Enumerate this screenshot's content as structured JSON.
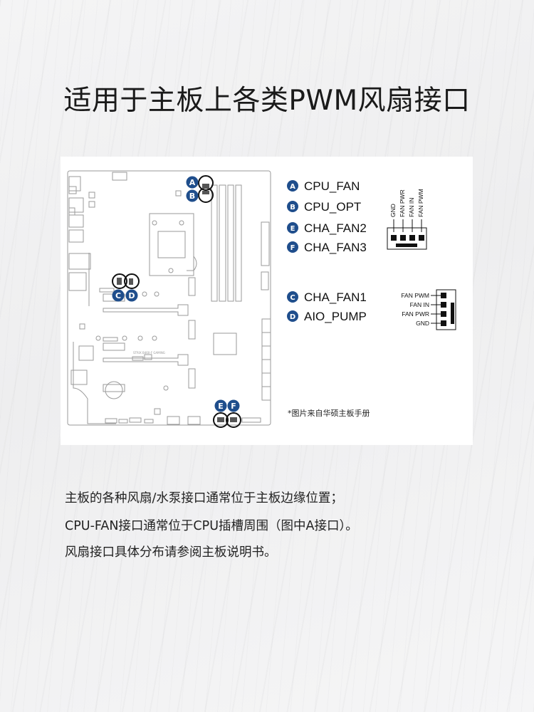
{
  "title": "适用于主板上各类PWM风扇接口",
  "diagram": {
    "accent_color": "#1f4e8c",
    "board_model_text": "STRIX B460-F GAMING",
    "markers": [
      "A",
      "B",
      "C",
      "D",
      "E",
      "F"
    ],
    "legend_group_1": [
      {
        "badge": "A",
        "label": "CPU_FAN"
      },
      {
        "badge": "B",
        "label": "CPU_OPT"
      },
      {
        "badge": "E",
        "label": "CHA_FAN2"
      },
      {
        "badge": "F",
        "label": "CHA_FAN3"
      }
    ],
    "pins_group_1": [
      "GND",
      "FAN PWR",
      "FAN IN",
      "FAN PWM"
    ],
    "legend_group_2": [
      {
        "badge": "C",
        "label": "CHA_FAN1"
      },
      {
        "badge": "D",
        "label": "AIO_PUMP"
      }
    ],
    "pins_group_2": [
      "FAN PWM",
      "FAN IN",
      "FAN PWR",
      "GND"
    ],
    "note": "*图片来自华硕主板手册"
  },
  "body": {
    "lines": [
      "主板的各种风扇/水泵接口通常位于主板边缘位置；",
      "CPU-FAN接口通常位于CPU插槽周围（图中A接口）。",
      "风扇接口具体分布请参阅主板说明书。"
    ]
  }
}
